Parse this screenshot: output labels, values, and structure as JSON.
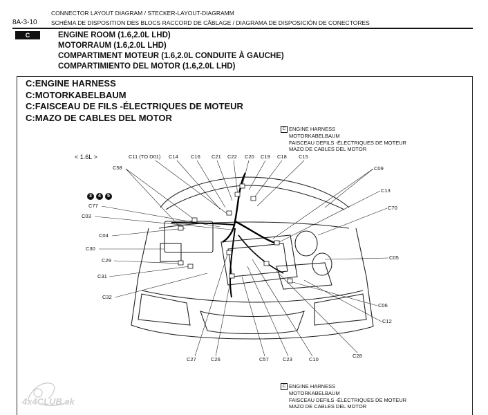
{
  "header": {
    "page_number": "8A-3-10",
    "line1": "CONNECTOR LAYOUT DIAGRAM / STECKER-LAYOUT-DIAGRAMM",
    "line2": "SCHÉMA DE DISPOSITION DES BLOCS RACCORD DE CÂBLAGE / DIAGRAMA DE DISPOSICIÓN DE CONECTORES"
  },
  "section": {
    "tag": "C",
    "titles": [
      "ENGINE ROOM (1.6,2.0L LHD)",
      "MOTORRAUM (1.6,2.0L LHD)",
      "COMPARTIMENT MOTEUR (1.6,2.0L CONDUITE À GAUCHE)",
      "COMPARTIMIENTO DEL MOTOR (1.6,2.0L LHD)"
    ]
  },
  "harness": {
    "lines": [
      "C:ENGINE HARNESS",
      "C:MOTORKABELBAUM",
      "C:FAISCEAU DE FILS -ÉLECTRIQUES DE MOTEUR",
      "C:MAZO DE CABLES DEL MOTOR"
    ]
  },
  "legend": {
    "code": "C",
    "lines": [
      "ENGINE HARNESS",
      "MOTORKABELBAUM",
      "FAISCEAU DEFILS -ÉLECTRIQUES DE MOTEUR",
      "MAZO DE CABLES DEL MOTOR"
    ]
  },
  "legend_bottom": {
    "code": "C",
    "lines": [
      "ENGINE HARNESS",
      "MOTORKABELBAUM",
      "FAISCEAU DEFILS -ÉLECTRIQUES DE MOTEUR",
      "MAZO DE CABLES DEL MOTOR"
    ]
  },
  "variant": "< 1.6L >",
  "markers": [
    "3",
    "4",
    "5"
  ],
  "connectors": {
    "top": [
      "C11 (TO D01)",
      "C14",
      "C16",
      "C21",
      "C22",
      "C20",
      "C19",
      "C18",
      "C15"
    ],
    "left": [
      "C58",
      "C77",
      "C03",
      "C04",
      "C30",
      "C29",
      "C31",
      "C32"
    ],
    "right": [
      "C09",
      "C13",
      "C70",
      "C05",
      "C06",
      "C12"
    ],
    "bottom": [
      "C27",
      "C26",
      "C57",
      "C23",
      "C10",
      "C28"
    ]
  },
  "watermark": "4x4CLUB.sk"
}
